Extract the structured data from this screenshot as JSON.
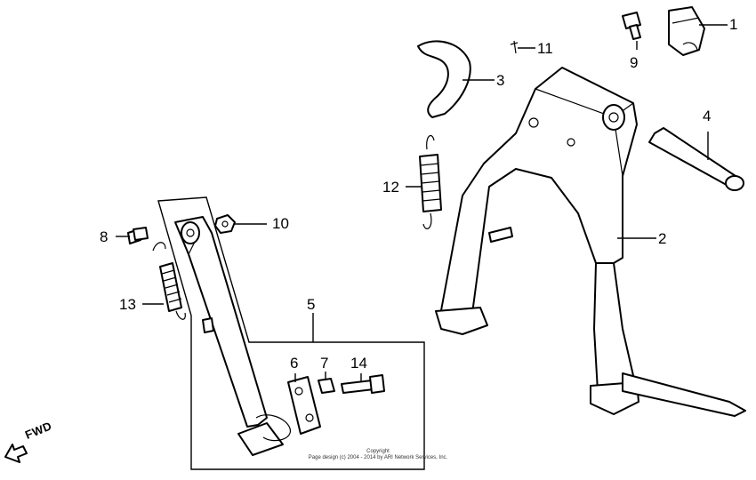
{
  "callouts": {
    "c1": "1",
    "c2": "2",
    "c3": "3",
    "c4": "4",
    "c5": "5",
    "c6": "6",
    "c7": "7",
    "c8": "8",
    "c9": "9",
    "c10": "10",
    "c11": "11",
    "c12": "12",
    "c13": "13",
    "c14": "14"
  },
  "direction_label": "FWD",
  "copyright": {
    "line1": "Copyright",
    "line2": "Page design (c) 2004 - 2014 by ARI Network Services, Inc."
  }
}
